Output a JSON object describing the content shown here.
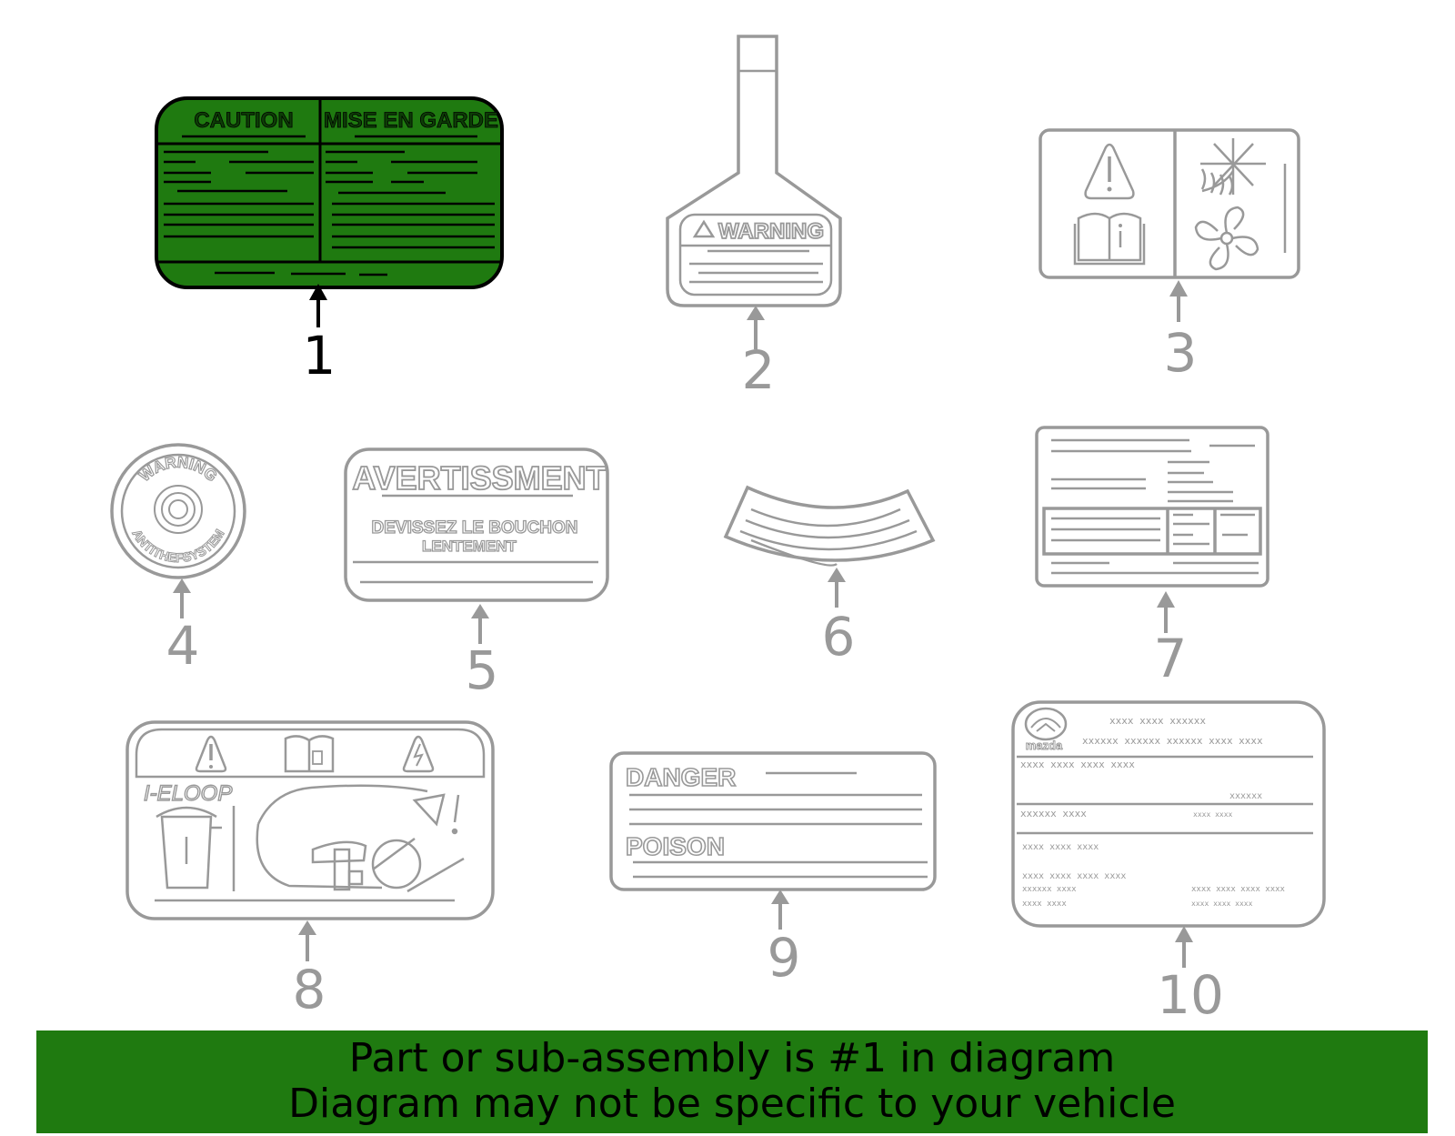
{
  "callouts": [
    "1",
    "2",
    "3",
    "4",
    "5",
    "6",
    "7",
    "8",
    "9",
    "10"
  ],
  "highlighted_part": "1",
  "colors": {
    "highlight": "#1f7a10",
    "outline": "#999999",
    "active_outline": "#000000"
  },
  "labels": {
    "l1_left": "CAUTION",
    "l1_right": "MISE EN GARDE",
    "l2": "WARNING",
    "l4_top": "WARNING",
    "l4_bottom": "ANTITHEFSYSTEM",
    "l5_title": "AVERTISSMENT",
    "l5_line1": "DEVISSEZ  LE  BOUCHON",
    "l5_line2": "LENTEMENT",
    "l8_title": "I-ELOOP",
    "l9_top": "DANGER",
    "l9_bottom": "POISON",
    "l10_r1": "xxxx   xxxx   xxxxxx",
    "l10_r2": "xxxxxx  xxxxxx  xxxxxx   xxxx  xxxx",
    "l10_r3": "xxxx   xxxx   xxxx        xxxx",
    "l10_r4": "xxxxxx      xxxx",
    "l10_r5": "xxxx   xxxx   xxxx",
    "l10_r6": "xxxx   xxxx   xxxx   xxxx",
    "l10_r7": "xxxxxx   xxxx",
    "l10_r8": "xxxx   xxxx",
    "l10_r9": "xxxx   xxxx   xxxx   xxxx",
    "l10_r10": "xxxx   xxxx   xxxx",
    "l10_r11": "xxxx   xxxx",
    "l10_r12": "xxxxxx",
    "l10_brand": "mazda"
  },
  "banner": {
    "line1": "Part or sub-assembly is #1 in diagram",
    "line2": "Diagram may not be specific to your vehicle"
  }
}
